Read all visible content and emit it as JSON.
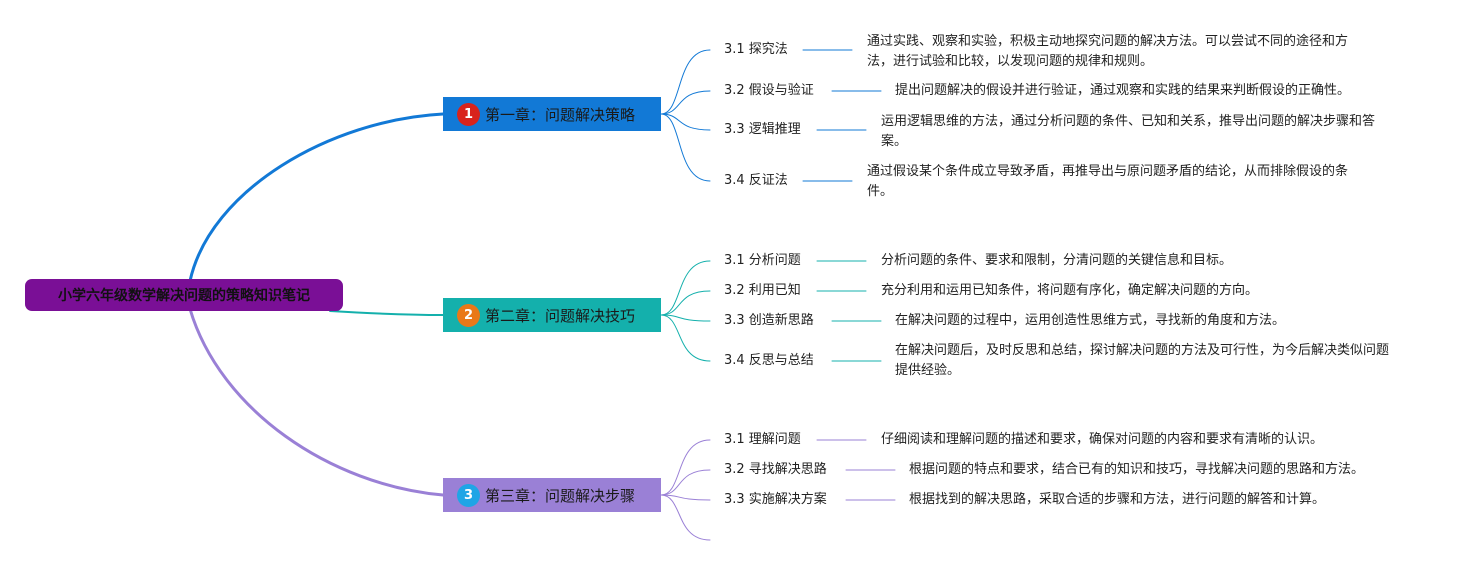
{
  "root": {
    "title": "小学六年级数学解决问题的策略知识笔记"
  },
  "colors": {
    "root": "#7a0f96",
    "chapter1": "#1279d6",
    "badge1": "#d8231c",
    "chapter2": "#14b0ac",
    "badge2": "#e97818",
    "chapter3": "#9a80d6",
    "badge3": "#1fa5e6"
  },
  "chapters": [
    {
      "badge": "1",
      "title": "第一章：问题解决策略",
      "items": [
        {
          "label": "3.1 探究法",
          "desc": "通过实践、观察和实验，积极主动地探究问题的解决方法。可以尝试不同的途径和方法，进行试验和比较，以发现问题的规律和规则。"
        },
        {
          "label": "3.2 假设与验证",
          "desc": "提出问题解决的假设并进行验证，通过观察和实践的结果来判断假设的正确性。"
        },
        {
          "label": "3.3 逻辑推理",
          "desc": "运用逻辑思维的方法，通过分析问题的条件、已知和关系，推导出问题的解决步骤和答案。"
        },
        {
          "label": "3.4 反证法",
          "desc": "通过假设某个条件成立导致矛盾，再推导出与原问题矛盾的结论，从而排除假设的条件。"
        }
      ]
    },
    {
      "badge": "2",
      "title": "第二章：问题解决技巧",
      "items": [
        {
          "label": "3.1 分析问题",
          "desc": "分析问题的条件、要求和限制，分清问题的关键信息和目标。"
        },
        {
          "label": "3.2 利用已知",
          "desc": "充分利用和运用已知条件，将问题有序化，确定解决问题的方向。"
        },
        {
          "label": "3.3 创造新思路",
          "desc": "在解决问题的过程中，运用创造性思维方式，寻找新的角度和方法。"
        },
        {
          "label": "3.4 反思与总结",
          "desc": "在解决问题后，及时反思和总结，探讨解决问题的方法及可行性，为今后解决类似问题提供经验。"
        }
      ]
    },
    {
      "badge": "3",
      "title": "第三章：问题解决步骤",
      "items": [
        {
          "label": "3.1 理解问题",
          "desc": "仔细阅读和理解问题的描述和要求，确保对问题的内容和要求有清晰的认识。"
        },
        {
          "label": "3.2 寻找解决思路",
          "desc": "根据问题的特点和要求，结合已有的知识和技巧，寻找解决问题的思路和方法。"
        },
        {
          "label": "3.3 实施解决方案",
          "desc": "根据找到的解决思路，采取合适的步骤和方法，进行问题的解答和计算。"
        }
      ]
    }
  ]
}
